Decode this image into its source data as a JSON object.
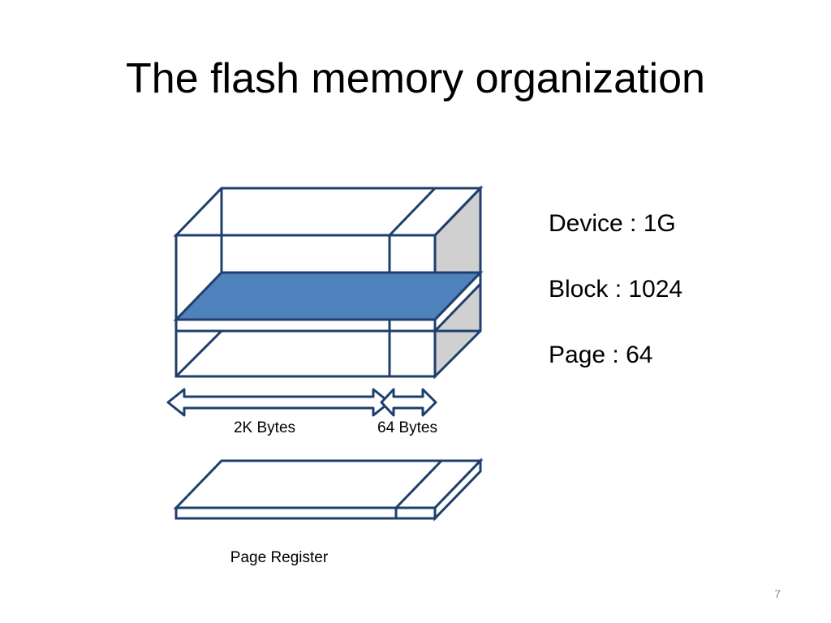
{
  "slide": {
    "title": "The flash memory organization",
    "page_number": "7"
  },
  "specs": [
    "Device : 1G",
    "Block : 1024",
    "Page : 64"
  ],
  "diagram": {
    "data_area_label": "2K Bytes",
    "spare_area_label": "64 Bytes",
    "register_label": "Page Register"
  },
  "colors": {
    "outline": "#1f3f6e",
    "page_fill": "#4f81bd",
    "side_shade": "#d0d0d0"
  }
}
